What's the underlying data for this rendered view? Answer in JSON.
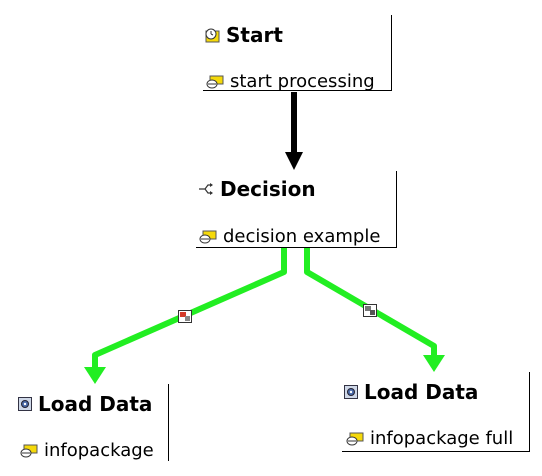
{
  "diagram": {
    "nodes": {
      "start": {
        "title": "Start",
        "description": "start processing",
        "icon": "start-clock-icon"
      },
      "decision": {
        "title": "Decision",
        "description": "decision example",
        "icon": "decision-arrow-icon"
      },
      "load_left": {
        "title": "Load Data",
        "description": "infopackage",
        "icon": "process-gear-icon"
      },
      "load_right": {
        "title": "Load Data",
        "description": "infopackage full",
        "icon": "process-gear-icon"
      }
    },
    "edges": [
      {
        "from": "start",
        "to": "decision",
        "color": "#000000"
      },
      {
        "from": "decision",
        "to": "load_left",
        "color": "#22ee22",
        "badge": "condition-red-icon"
      },
      {
        "from": "decision",
        "to": "load_right",
        "color": "#22ee22",
        "badge": "condition-gray-icon"
      }
    ],
    "colors": {
      "success_connector": "#22ee22",
      "default_connector": "#000000",
      "note_icon": "#f5d90a"
    }
  }
}
